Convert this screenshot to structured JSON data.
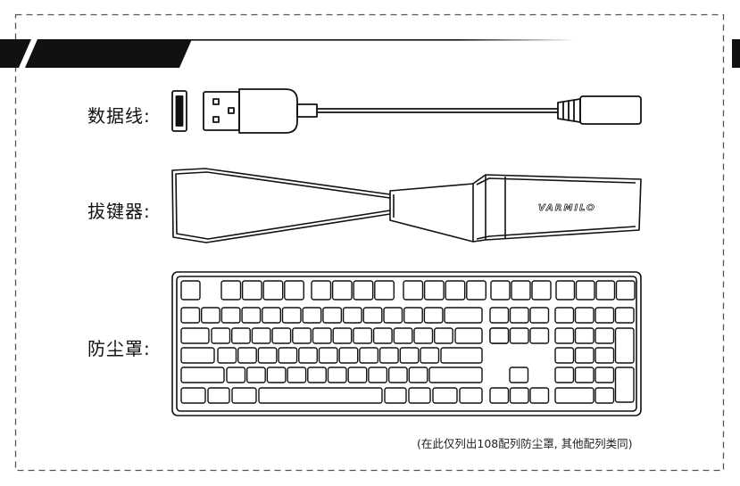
{
  "page": {
    "accent_color": "#111111",
    "frame_style": "dashed"
  },
  "items": [
    {
      "label": "数据线:",
      "illustration": "usb-cable-icon"
    },
    {
      "label": "拔键器:",
      "illustration": "keycap-puller-icon"
    },
    {
      "label": "防尘罩:",
      "illustration": "dust-cover-keyboard-icon"
    }
  ],
  "puller_brand": "VARMILO",
  "footnote": "(在此仅列出108配列防尘罩, 其他配列类同)"
}
